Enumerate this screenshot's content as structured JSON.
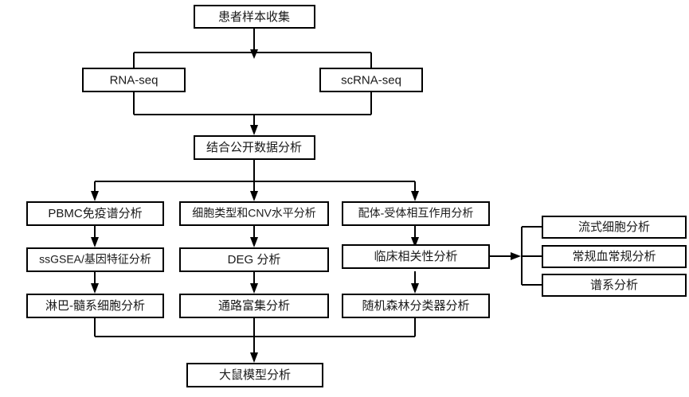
{
  "diagram": {
    "title": "Patient sample analysis workflow flowchart",
    "background_color": "#ffffff",
    "box_fill_color": "#ffffff",
    "box_border_color": "#000000",
    "connector_color": "#000000",
    "text_color": "#1a1a1a"
  },
  "nodes": {
    "patient_sample_collection": "患者样本收集",
    "rna_seq": "RNA-seq",
    "scrna_seq": "scRNA-seq",
    "public_data_analysis": "结合公开数据分析",
    "pbmc_immune_profile": "PBMC免疫谱分析",
    "cell_type_cnv": "细胞类型和CNV水平分析",
    "ligand_receptor": "配体-受体相互作用分析",
    "ssgsea_gene_signature": "ssGSEA/基因特征分析",
    "deg_analysis": "DEG 分析",
    "clinical_correlation": "临床相关性分析",
    "lymphoid_myeloid": "淋巴-髓系细胞分析",
    "pathway_enrichment": "通路富集分析",
    "random_forest": "随机森林分类器分析",
    "flow_cytometry": "流式细胞分析",
    "routine_blood": "常规血常规分析",
    "lineage_analysis": "谱系分析",
    "rat_model": "大鼠模型分析"
  }
}
